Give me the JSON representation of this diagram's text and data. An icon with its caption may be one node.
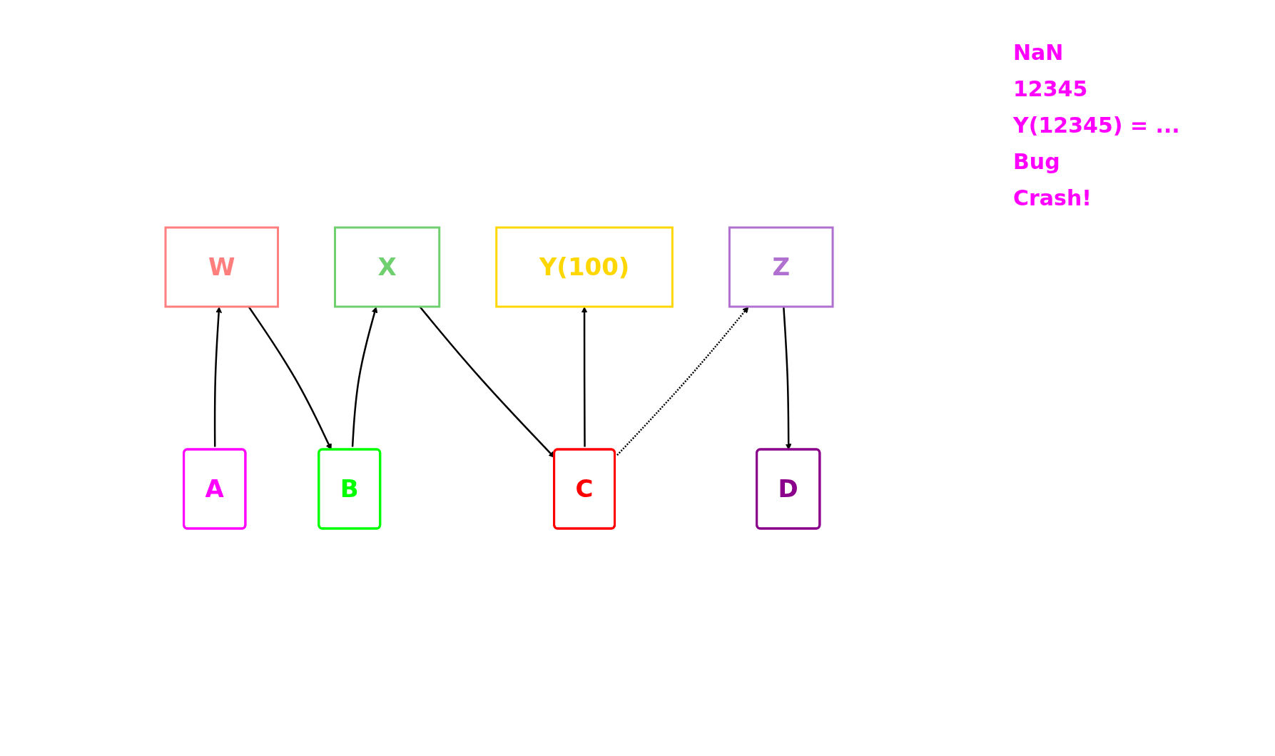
{
  "diagram": {
    "nodes": [
      {
        "text": [
          "W"
        ]
      },
      {
        "text": [
          "X"
        ]
      },
      {
        "text": [
          "Y(100)"
        ]
      },
      {
        "text": [
          "Z"
        ]
      },
      {
        "text": [
          "A"
        ]
      },
      {
        "text": [
          "B"
        ]
      },
      {
        "text": [
          "C"
        ]
      },
      {
        "text": [
          "D"
        ]
      }
    ],
    "edges": [
      {
        "from": 4,
        "to": 0,
        "arrow": "to"
      },
      {
        "from": 0,
        "to": 5,
        "arrow": "to"
      },
      {
        "from": 5,
        "to": 1,
        "arrow": "to"
      },
      {
        "from": 1,
        "to": 6,
        "arrow": "to"
      },
      {
        "from": 6,
        "to": 2,
        "arrow": "to"
      },
      {
        "from": 6,
        "to": 3,
        "arrow": "to",
        "style": "dashed"
      },
      {
        "from": 3,
        "to": 7,
        "arrow": "to"
      }
    ],
    "labels": [
      "NaN",
      "12345",
      "Y(12345) = ...",
      "Bug",
      "Crash!"
    ]
  }
}
